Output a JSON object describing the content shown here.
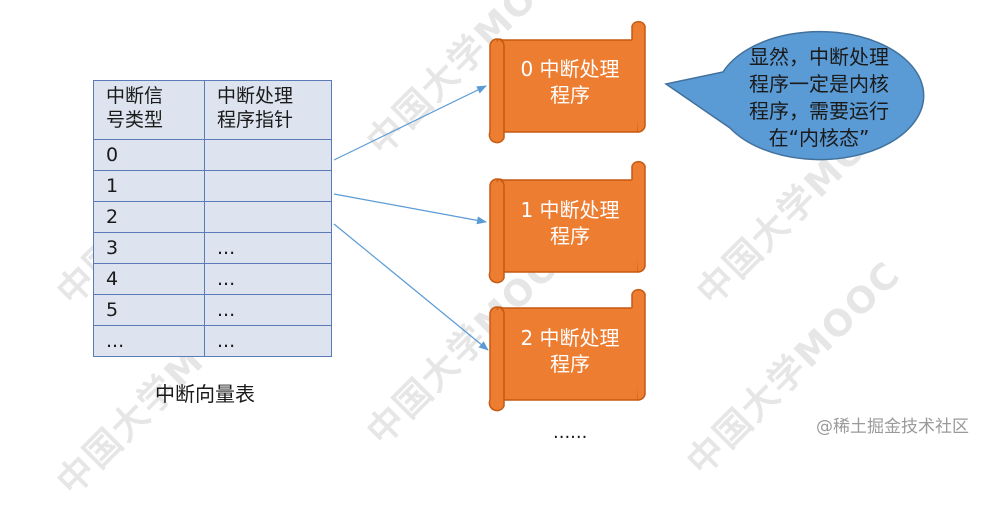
{
  "table": {
    "header": {
      "col1": [
        "中断信",
        "号类型"
      ],
      "col2": [
        "中断处理",
        "程序指针"
      ]
    },
    "rows": [
      {
        "signal": "0",
        "pointer": ""
      },
      {
        "signal": "1",
        "pointer": ""
      },
      {
        "signal": "2",
        "pointer": ""
      },
      {
        "signal": "3",
        "pointer": "..."
      },
      {
        "signal": "4",
        "pointer": "..."
      },
      {
        "signal": "5",
        "pointer": "..."
      },
      {
        "signal": "...",
        "pointer": "..."
      }
    ],
    "caption": "中断向量表"
  },
  "handlers": [
    {
      "line1": "0 中断处理",
      "line2": "程序"
    },
    {
      "line1": "1 中断处理",
      "line2": "程序"
    },
    {
      "line1": "2 中断处理",
      "line2": "程序"
    }
  ],
  "ellipsis": "......",
  "callout": {
    "lines": [
      "显然，中断处理",
      "程序一定是内核",
      "程序，需要运行",
      "在“内核态”"
    ]
  },
  "watermark": "中国大学MOOC",
  "credit": "@稀土掘金技术社区",
  "colors": {
    "scroll_fill": "#ed7d31",
    "scroll_stroke": "#c55a11",
    "bubble_fill": "#5b9bd5",
    "bubble_stroke": "#41719c",
    "table_fill": "#dde4ef",
    "table_border": "#5b7bb8",
    "arrow": "#5b9bd5"
  }
}
